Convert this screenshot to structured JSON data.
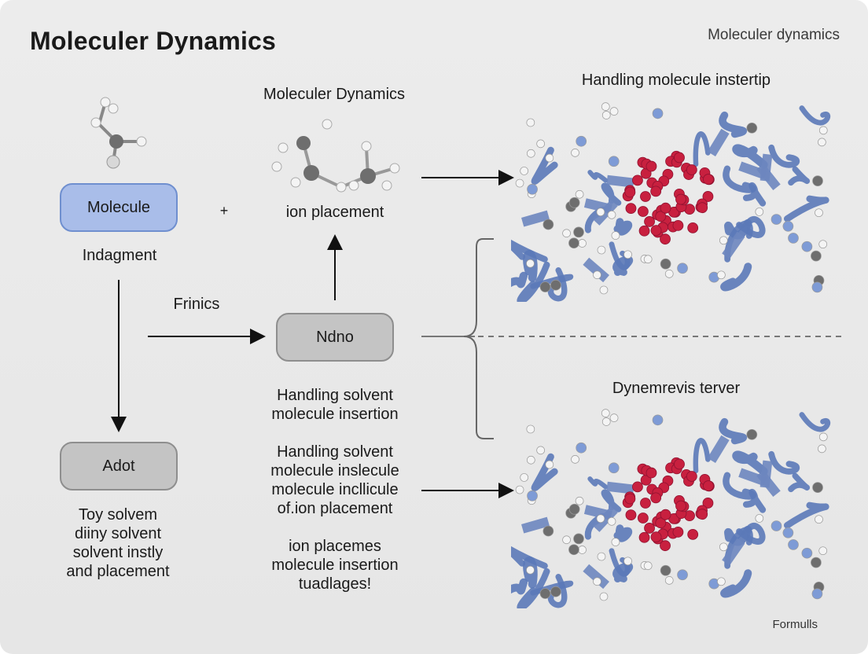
{
  "header": {
    "title": "Moleculer Dynamics",
    "corner_label": "Moleculer dynamics",
    "footer_label": "Formulls"
  },
  "nodes": {
    "molecule": "Molecule",
    "ndno": "Ndno",
    "adot": "Adot"
  },
  "labels": {
    "indagment": "Indagment",
    "plus": "+",
    "mid_title": "Moleculer Dynamics",
    "ion_placement": "ion placement",
    "frinics": "Frinics",
    "handling_a": [
      "Handling solvent",
      "molecule insertion"
    ],
    "handling_b": [
      "Handling solvent",
      "molecule inslecule",
      "molecule incllicule",
      "of.ion placement"
    ],
    "ion_placemes": [
      "ion placemes",
      "molecule insertion",
      "tuadlages!"
    ],
    "toy_solvem": [
      "Toy solvem",
      "diiny solvent",
      "solvent instly",
      "and placement"
    ],
    "right_top_title": "Handling molecule instertip",
    "right_bottom_title": "Dynemrevis terver"
  },
  "colors": {
    "node_blue": "#a9bde9",
    "node_gray": "#c4c4c4",
    "protein_ribbon": "#5b79b8",
    "solvent_red": "#c8203f",
    "atom_carbon": "#6e6e6e",
    "atom_hydrogen": "#f4f4f4"
  }
}
